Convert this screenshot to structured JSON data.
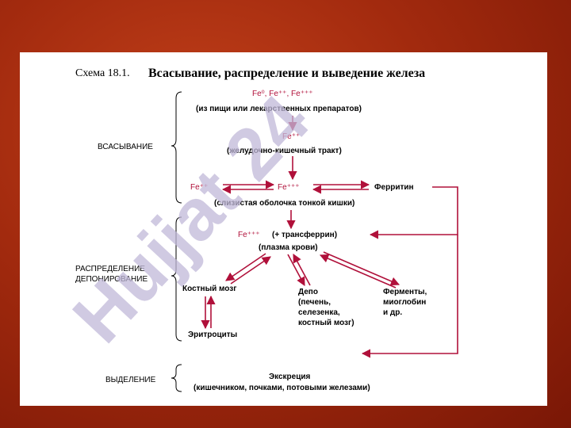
{
  "title": {
    "prefix": "Схема 18.1.",
    "text": "Всасывание, распределение и выведение железа"
  },
  "sections": {
    "absorption": "ВСАСЫВАНИЕ",
    "distribution_line1": "РАСПРЕДЕЛЕНИЕ",
    "distribution_line2": "ДЕПОНИРОВАНИЕ",
    "excretion": "ВЫДЕЛЕНИЕ"
  },
  "nodes": {
    "fe_sources": "Fe⁰, Fe⁺⁺, Fe⁺⁺⁺",
    "food_or_drugs": "(из пищи или лекарственных препаратов)",
    "fe2_gut": "Fe⁺⁺",
    "gi_tract": "(желудочно-кишечный тракт)",
    "fe2_mucosa": "Fe⁺⁺",
    "fe3_mucosa": "Fe⁺⁺⁺",
    "ferritin": "Ферритин",
    "mucosa": "(слизистая оболочка тонкой кишки)",
    "fe3_plasma": "Fe⁺⁺⁺",
    "transferrin": "(+ трансферрин)",
    "plasma": "(плазма крови)",
    "bone_marrow": "Костный мозг",
    "erythrocytes": "Эритроциты",
    "depot": [
      "Депо",
      "(печень,",
      "селезенка,",
      "костный мозг)"
    ],
    "enzymes": [
      "Ферменты,",
      "миоглобин",
      "и др."
    ],
    "excretion_title": "Экскреция",
    "excretion_routes": "(кишечником, почками, потовыми железами)"
  },
  "watermark": "Hujjat 24",
  "colors": {
    "arrow": "#b0103a",
    "watermark": "#c0b8d8",
    "background": "#a22a0e"
  }
}
